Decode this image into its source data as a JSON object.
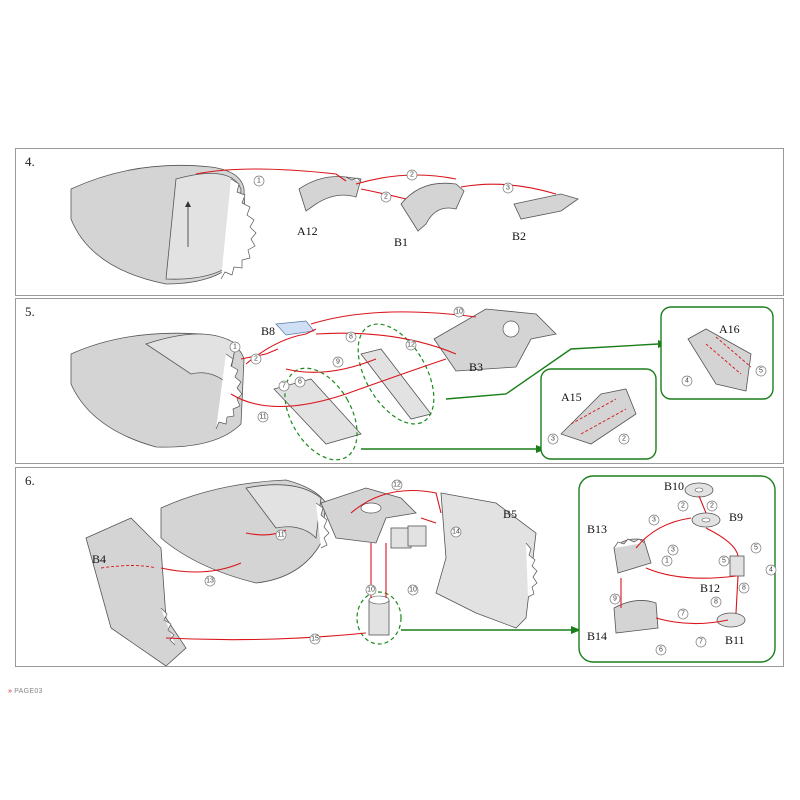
{
  "steps": [
    {
      "number": "4.",
      "parts": [
        "A12",
        "B1",
        "B2"
      ],
      "callouts": [
        "1",
        "2",
        "2",
        "3"
      ]
    },
    {
      "number": "5.",
      "parts": [
        "B8",
        "B3",
        "A15",
        "A16"
      ],
      "callouts": [
        "1",
        "2",
        "6",
        "7",
        "8",
        "9",
        "10",
        "11",
        "12",
        "3",
        "2",
        "4",
        "5"
      ]
    },
    {
      "number": "6.",
      "parts": [
        "B4",
        "B5",
        "B10",
        "B9",
        "B13",
        "B12",
        "B14",
        "B11"
      ],
      "callouts": [
        "11",
        "12",
        "13",
        "14",
        "15",
        "10",
        "10",
        "2",
        "2",
        "3",
        "3",
        "1",
        "5",
        "5",
        "4",
        "8",
        "8",
        "9",
        "7",
        "7",
        "6"
      ]
    }
  ],
  "footer": {
    "marker": "»",
    "text": "PAGE03"
  },
  "colors": {
    "arrow": "#d9151b",
    "detail": "#1a7f1a",
    "paper": "#d4d4d4"
  }
}
